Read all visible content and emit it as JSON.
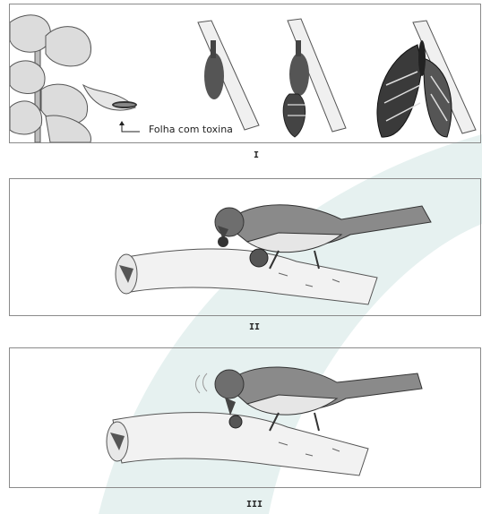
{
  "panels": [
    {
      "label": "I",
      "caption": "Folha com toxina"
    },
    {
      "label": "II"
    },
    {
      "label": "III"
    }
  ],
  "colors": {
    "swoosh": "#e3f0ef",
    "frame": "#8a8a8a",
    "ink": "#222222"
  }
}
